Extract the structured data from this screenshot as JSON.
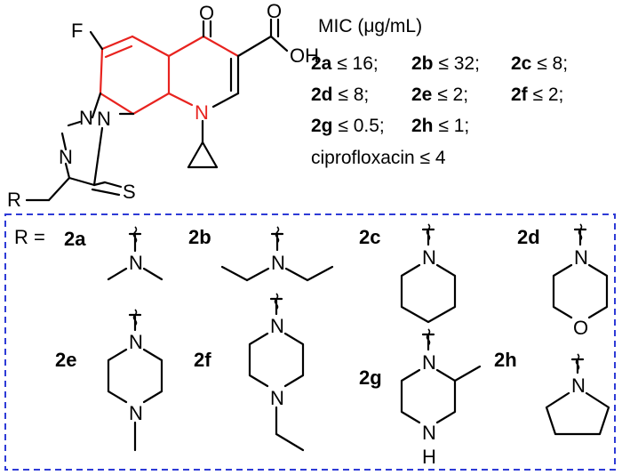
{
  "core": {
    "atoms": {
      "F": "F",
      "O_ketone": "O",
      "O_carbonyl": "O",
      "OH": "OH",
      "N_ring": "N",
      "N_tri1": "N",
      "N_tri2": "N",
      "N_tri3": "N",
      "S": "S",
      "R": "R"
    }
  },
  "mic": {
    "header": "MIC (μg/mL)",
    "rows": [
      [
        {
          "label": "2a",
          "value": " ≤ 16;"
        },
        {
          "label": "2b",
          "value": " ≤ 32;"
        },
        {
          "label": "2c",
          "value": " ≤ 8;"
        }
      ],
      [
        {
          "label": "2d",
          "value": " ≤ 8;"
        },
        {
          "label": "2e",
          "value": " ≤ 2;"
        },
        {
          "label": "2f",
          "value": " ≤ 2;"
        }
      ],
      [
        {
          "label": "2g",
          "value": " ≤ 0.5;"
        },
        {
          "label": "2h",
          "value": " ≤ 1;"
        }
      ]
    ],
    "reference": "ciprofloxacin ≤ 4"
  },
  "substituents": {
    "r_prefix": "R =",
    "items": [
      {
        "label": "2a",
        "atoms": [
          "N"
        ]
      },
      {
        "label": "2b",
        "atoms": [
          "N"
        ]
      },
      {
        "label": "2c",
        "atoms": [
          "N"
        ]
      },
      {
        "label": "2d",
        "atoms": [
          "N",
          "O"
        ]
      },
      {
        "label": "2e",
        "atoms": [
          "N",
          "N"
        ]
      },
      {
        "label": "2f",
        "atoms": [
          "N",
          "N"
        ]
      },
      {
        "label": "2g",
        "atoms": [
          "N",
          "N",
          "H"
        ]
      },
      {
        "label": "2h",
        "atoms": [
          "N"
        ]
      }
    ]
  },
  "colors": {
    "core_highlight": "#e8231f",
    "box_border": "#2e3bd6"
  }
}
